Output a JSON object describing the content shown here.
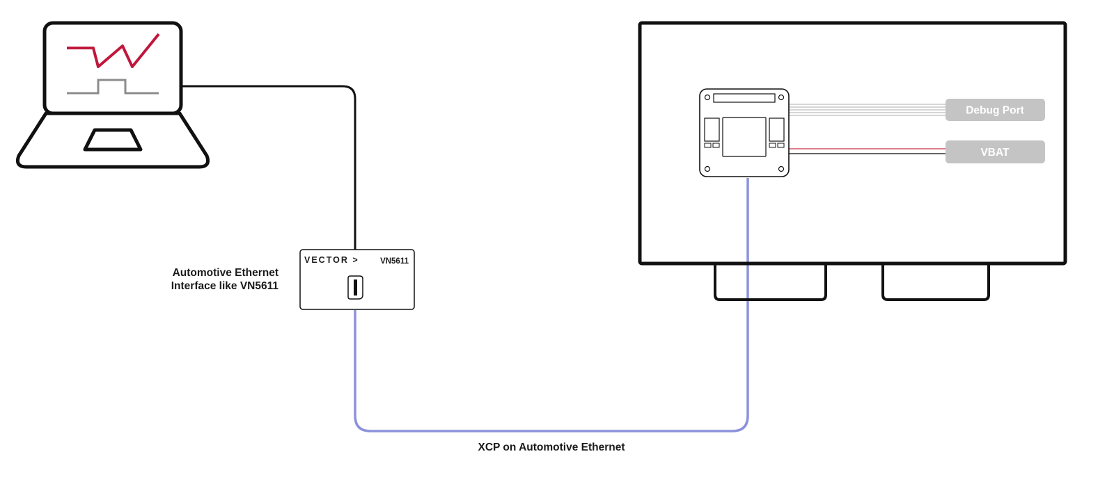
{
  "interface": {
    "brand": "VECTOR >",
    "model": "VN5611",
    "label_line1": "Automotive Ethernet",
    "label_line2": "Interface like VN5611"
  },
  "connection": {
    "label": "XCP on Automotive Ethernet"
  },
  "ecu": {
    "debug_port": "Debug Port",
    "vbat": "VBAT"
  },
  "colors": {
    "outline": "#111111",
    "ethernet_cable": "#8b92dc",
    "trace_red": "#c0173c",
    "trace_gray": "#8c8c8c",
    "pill_gray": "#c4c4c4",
    "power_red": "#d4546a"
  }
}
